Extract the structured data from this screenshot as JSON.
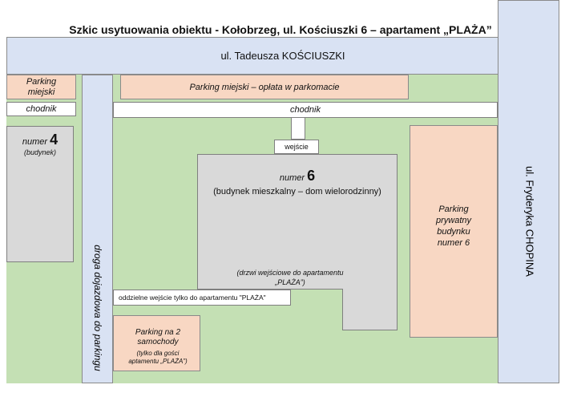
{
  "title": "Szkic usytuowania obiektu - Kołobrzeg, ul. Kościuszki 6 – apartament „PLAŻA”",
  "streets": {
    "kosciuszki": "ul. Tadeusza KOŚCIUSZKI",
    "chopina": "ul. Fryderyka CHOPINA",
    "access_road": "droga dojazdowa do parkingu"
  },
  "parking": {
    "municipal_left": "Parking miejski",
    "municipal_paid": "Parking miejski – opłata w parkomacie",
    "private_lines": [
      "Parking",
      "prywatny",
      "budynku",
      "numer 6"
    ],
    "two_cars_title": "Parking na 2 samochody",
    "two_cars_note": "(tylko dla gości aptamentu „PLAŻA”)"
  },
  "sidewalks": {
    "left": "chodnik",
    "main": "chodnik"
  },
  "building4": {
    "prefix": "numer",
    "number": "4",
    "note": "(budynek)"
  },
  "building6": {
    "prefix": "numer",
    "number": "6",
    "description": "(budynek mieszkalny – dom wielorodzinny)",
    "doors_note": "(drzwi wejściowe do apartamentu „PLAŻA”)"
  },
  "entrance": "wejście",
  "separate_entrance": "oddzielne wejście tylko do apartamentu \"PLAŻA\"",
  "colors": {
    "grass": "#c4e0b4",
    "road": "#d9e2f3",
    "parking": "#f8d7c3",
    "building": "#d9d9d9",
    "sidewalk": "#ffffff"
  }
}
